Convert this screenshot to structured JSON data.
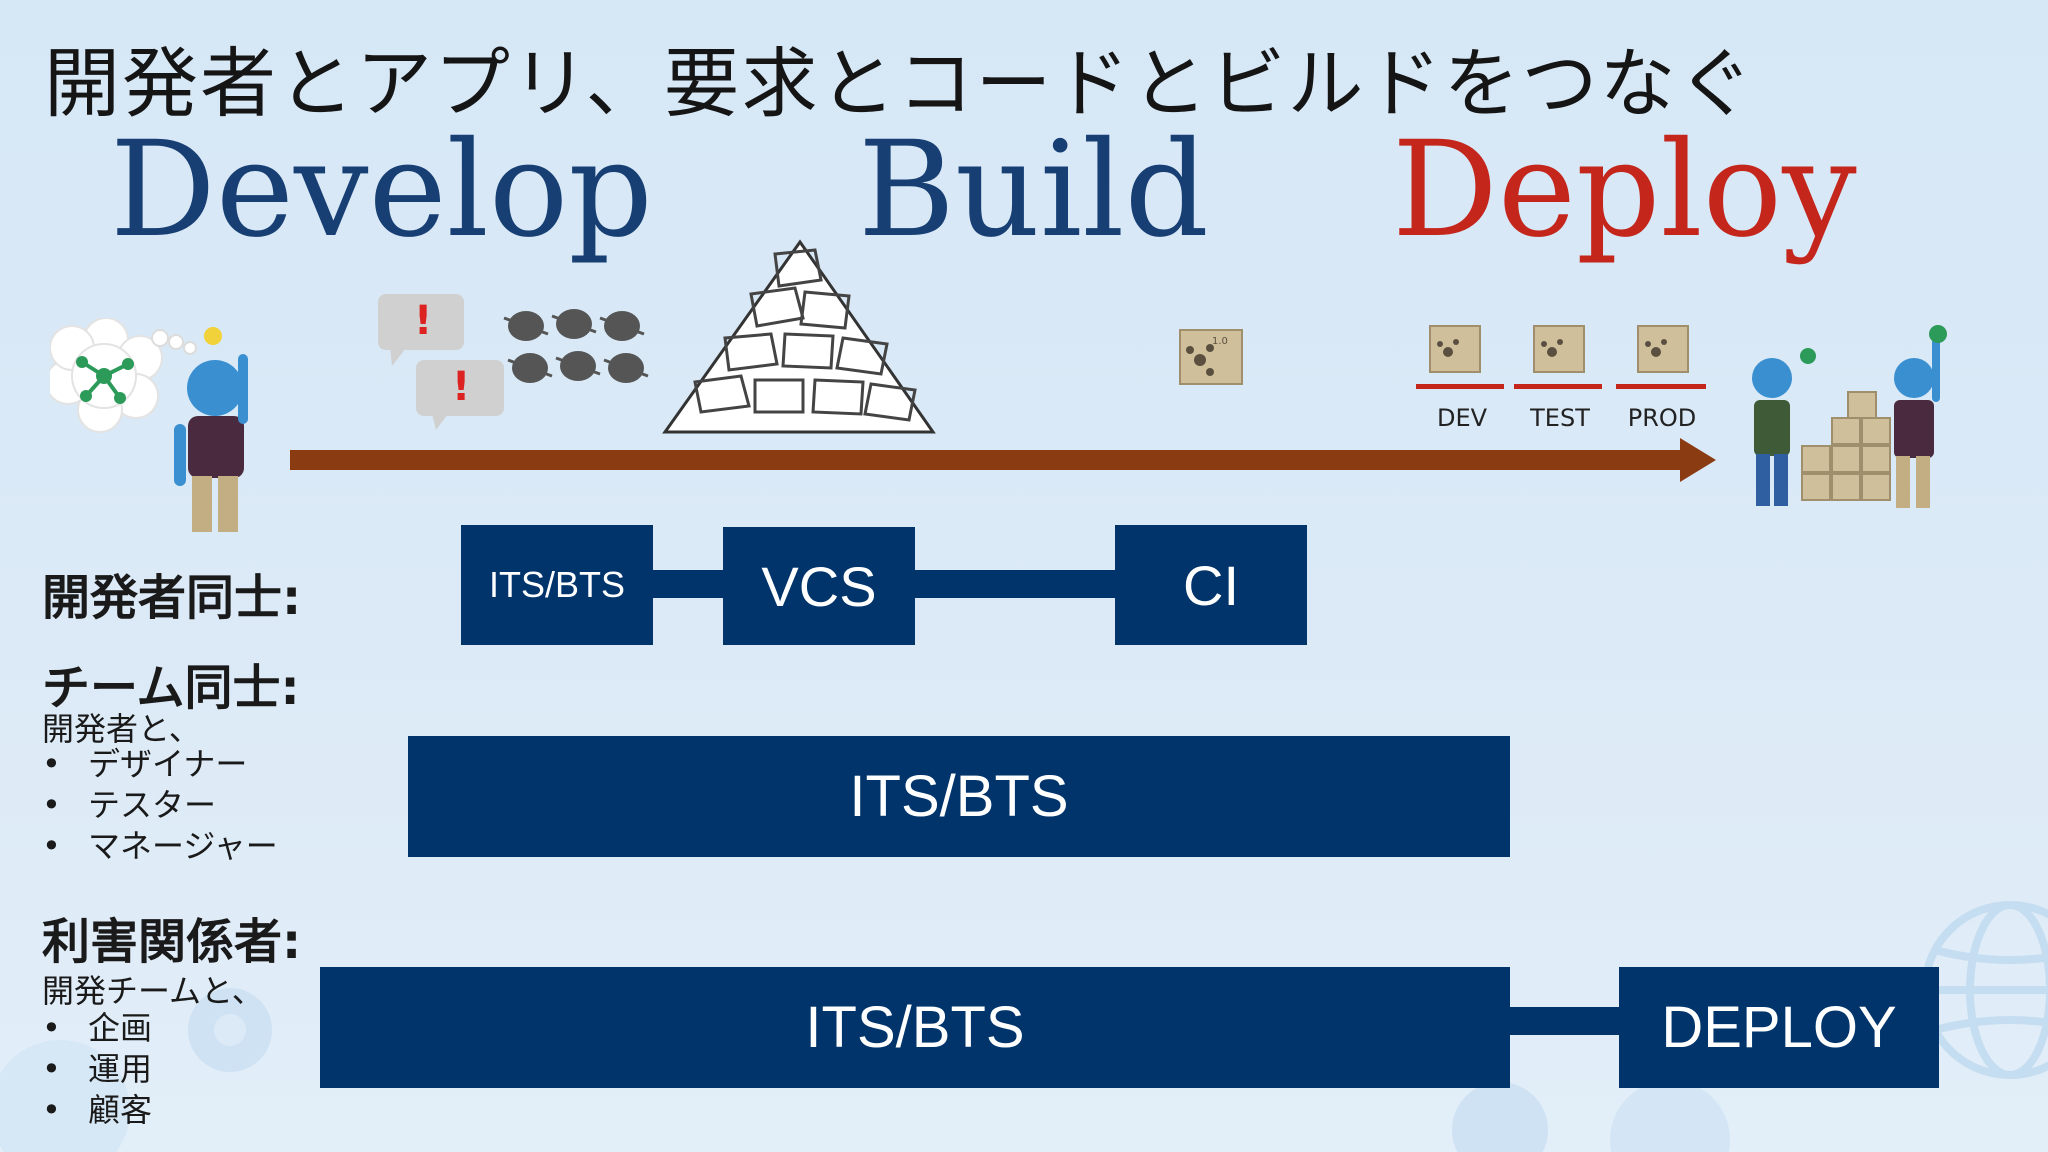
{
  "headline": "開発者とアプリ、要求とコードとビルドをつなぐ",
  "phases": {
    "develop": "Develop",
    "build": "Build",
    "deploy": "Deploy"
  },
  "environments": [
    "DEV",
    "TEST",
    "PROD"
  ],
  "rows": {
    "developers": {
      "label": "開発者同士:",
      "boxes": {
        "its_bts": "ITS/BTS",
        "vcs": "VCS",
        "ci": "CI"
      }
    },
    "teams": {
      "label": "チーム同士:",
      "intro": "開発者と、",
      "items": [
        "デザイナー",
        "テスター",
        "マネージャー"
      ],
      "box": "ITS/BTS"
    },
    "stakeholders": {
      "label": "利害関係者:",
      "intro": "開発チームと、",
      "items": [
        "企画",
        "運用",
        "顧客"
      ],
      "box": "ITS/BTS",
      "deploy_box": "DEPLOY"
    }
  },
  "bullet": "•",
  "alert_mark": "!",
  "package_label": "1.0",
  "colors": {
    "navy": "#00346b",
    "title_blue": "#173f73",
    "deploy_red": "#c4261c",
    "arrow_brown": "#8b3b12"
  }
}
